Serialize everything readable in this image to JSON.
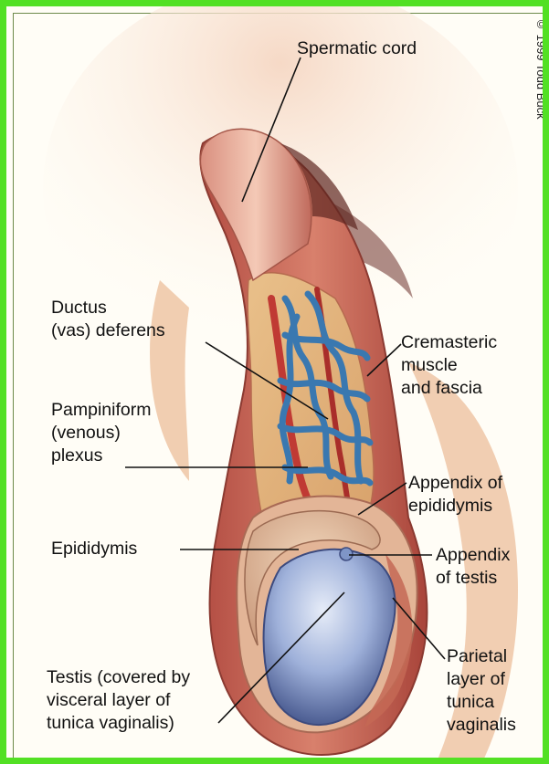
{
  "copyright": "© 1999 Todd Buck",
  "labels": {
    "spermatic_cord": "Spermatic cord",
    "ductus_deferens": "Ductus\n(vas) deferens",
    "cremasteric": "Cremasteric\nmuscle\nand fascia",
    "pampiniform": "Pampiniform\n(venous)\nplexus",
    "appendix_epididymis": "Appendix of\nepididymis",
    "epididymis": "Epididymis",
    "appendix_testis": "Appendix\nof testis",
    "testis": "Testis (covered by\nvisceral layer of\ntunica vaginalis)",
    "parietal": "Parietal\nlayer of\ntunica\nvaginalis"
  },
  "colors": {
    "border": "#52e024",
    "background": "#fffdf6",
    "muscle": "#c05e52",
    "vein": "#3a78b0",
    "testis": "#8fa3cf"
  }
}
